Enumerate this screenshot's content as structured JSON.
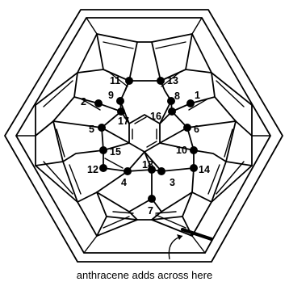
{
  "figure": {
    "caption": "anthracene adds across here",
    "atom_labels": [
      "1",
      "2",
      "3",
      "4",
      "5",
      "6",
      "7",
      "8",
      "9",
      "10",
      "11",
      "12",
      "13",
      "14",
      "15",
      "16",
      "17",
      "18"
    ]
  }
}
